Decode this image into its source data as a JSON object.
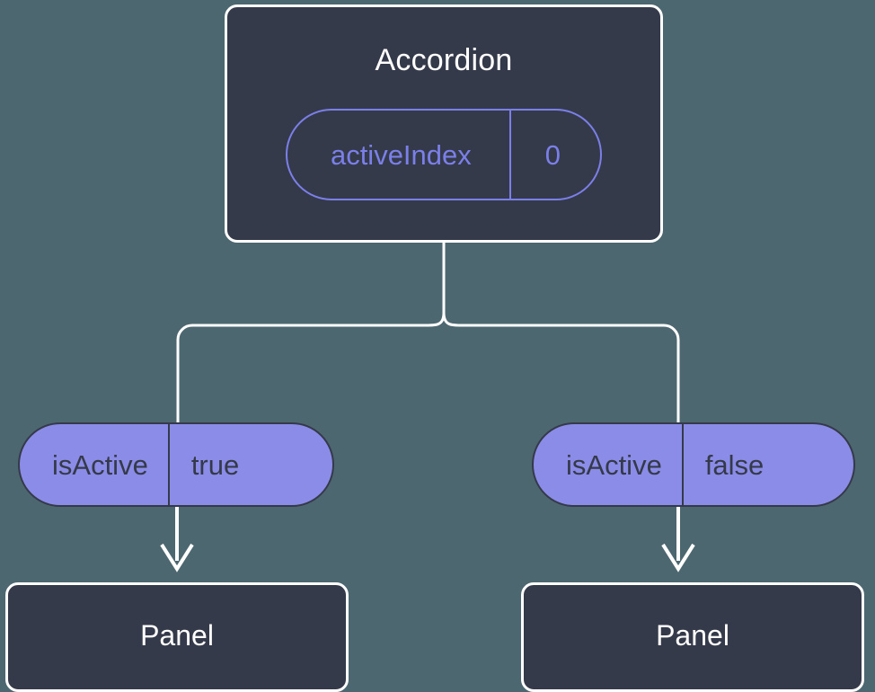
{
  "diagram": {
    "type": "component-state-tree",
    "background_color": "#4d6770",
    "node_fill": "#343a49",
    "node_border": "#ffffff",
    "accent_color": "#7b7fe8",
    "pill_fill": "#8a8ce8"
  },
  "root": {
    "title": "Accordion",
    "state_pill": {
      "key": "activeIndex",
      "value": "0"
    }
  },
  "branches": [
    {
      "prop_pill": {
        "key": "isActive",
        "value": "true"
      },
      "child": {
        "title": "Panel"
      }
    },
    {
      "prop_pill": {
        "key": "isActive",
        "value": "false"
      },
      "child": {
        "title": "Panel"
      }
    }
  ]
}
